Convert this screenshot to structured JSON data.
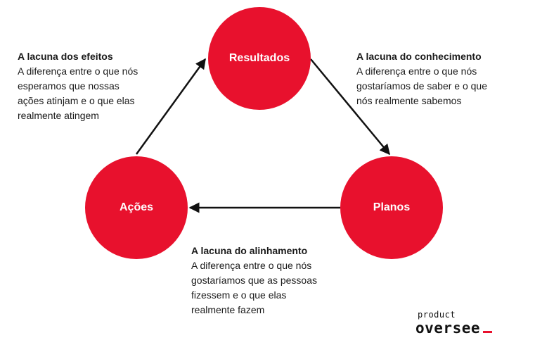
{
  "colors": {
    "node_fill": "#e8112d",
    "arrow": "#111111",
    "text": "#1a1a1a",
    "logo_accent": "#e8112d"
  },
  "nodes": {
    "resultados": "Resultados",
    "acoes": "Ações",
    "planos": "Planos"
  },
  "gaps": {
    "efeitos": {
      "title": "A lacuna dos efeitos",
      "description": "A diferença entre o que nós\nesperamos que nossas\nações atinjam e o que elas\nrealmente atingem"
    },
    "conhecimento": {
      "title": "A lacuna do conhecimento",
      "description": "A diferença entre o que nós\ngostaríamos de saber e o que\nnós realmente sabemos"
    },
    "alinhamento": {
      "title": "A lacuna do alinhamento",
      "description": "A diferença entre o que nós\ngostaríamos que as pessoas\nfizessem e o que elas\nrealmente fazem"
    }
  },
  "logo": {
    "line1": "product",
    "line2": "oversee",
    "icon": "underscore-cursor-icon"
  }
}
